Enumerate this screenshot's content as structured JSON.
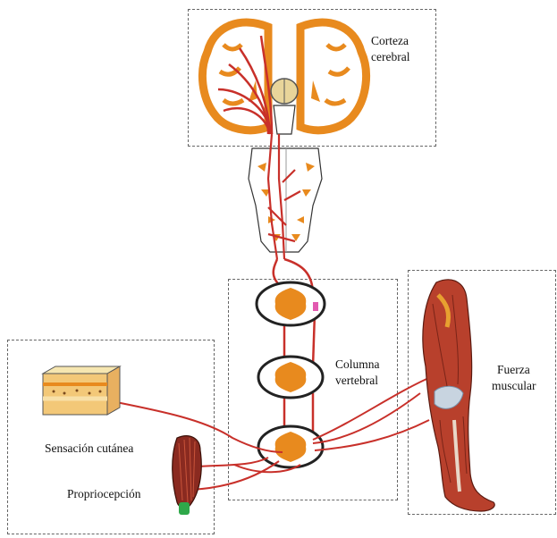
{
  "labels": {
    "corteza_line1": "Corteza",
    "corteza_line2": "cerebral",
    "columna_line1": "Columna",
    "columna_line2": "vertebral",
    "fuerza_line1": "Fuerza",
    "fuerza_line2": "muscular",
    "sensacion": "Sensación cutánea",
    "propiocepcion": "Propriocepción"
  },
  "colors": {
    "nerve": "#c8302a",
    "tissue_orange": "#e88a1e",
    "tissue_light": "#f6d08a",
    "muscle": "#a8382a",
    "outline": "#222222",
    "box_border": "#666666"
  }
}
